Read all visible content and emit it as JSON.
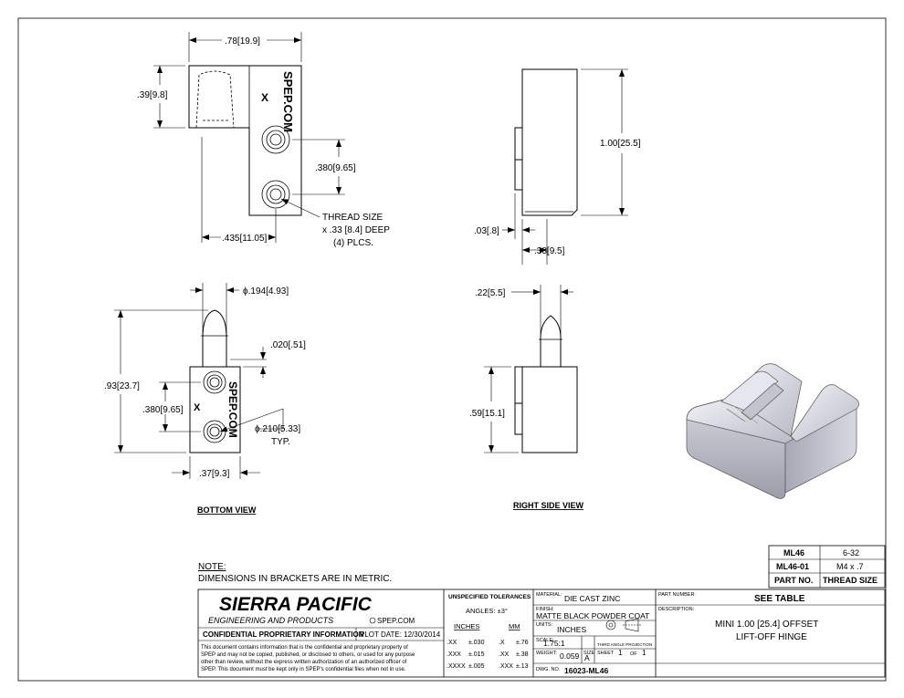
{
  "views": {
    "front": {
      "width_dim": ".78",
      "width_metric": "19.9",
      "height_dim": ".39",
      "height_metric": "9.8",
      "spacing_dim": ".380",
      "spacing_metric": "9.65",
      "offset_dim": ".435",
      "offset_metric": "11.05",
      "brand_text": "SPEP.COM",
      "mark": "X",
      "thread_note": [
        "THREAD SIZE",
        "x .33 [8.4] DEEP",
        "(4) PLCS."
      ]
    },
    "side": {
      "height_dim": "1.00",
      "height_metric": "25.5",
      "gap_dim": ".03",
      "gap_metric": ".8",
      "depth_dim": ".38",
      "depth_metric": "9.5"
    },
    "bottom": {
      "pin_dia_dim": ".194",
      "pin_dia_metric": "4.93",
      "step_dim": ".020",
      "step_metric": ".51",
      "overall_dim": ".93",
      "overall_metric": "23.7",
      "spacing_dim": ".380",
      "spacing_metric": "9.65",
      "hole_dia_dim": ".210",
      "hole_dia_metric": "5.33",
      "typ": "TYP.",
      "width_dim": ".37",
      "width_metric": "9.3",
      "brand_text": "SPEP.COM",
      "mark": "X",
      "label": "BOTTOM VIEW"
    },
    "right_side": {
      "pin_dim": ".22",
      "pin_metric": "5.5",
      "body_dim": ".59",
      "body_metric": "15.1",
      "label": "RIGHT SIDE VIEW"
    }
  },
  "notes": {
    "title": "NOTE:",
    "text": "DIMENSIONS IN BRACKETS ARE IN METRIC."
  },
  "part_table": {
    "rows": [
      {
        "part": "ML46",
        "thread": "6-32"
      },
      {
        "part": "ML46-01",
        "thread": "M4 x .7"
      }
    ],
    "header": {
      "part": "PART NO.",
      "thread": "THREAD SIZE"
    }
  },
  "title_block": {
    "company": "SIERRA PACIFIC",
    "company_sub": "ENGINEERING AND PRODUCTS",
    "website": "SPEP.COM",
    "confidential": "CONFIDENTIAL PROPRIETARY INFORMATION",
    "plot_date": "PLOT DATE: 12/30/2014",
    "disclaimer": [
      "This document contains information that is the confidential and proprietary property of",
      "SPEP and may not be copied, published, or disclosed to others, or used for any purpose",
      "other than review, without the express written authorization of an authorized officer of",
      "SPEP. This document must be kept only in SPEP's confidential files when not in use."
    ],
    "tolerances": {
      "title": "UNSPECIFIED TOLERANCES",
      "angles": "ANGLES: ±3°",
      "inches_head": "INCHES",
      "mm_head": "MM",
      "inches": [
        [
          ".XX",
          "±.030"
        ],
        [
          ".XXX",
          "±.015"
        ],
        [
          ".XXXX",
          "±.005"
        ]
      ],
      "mm": [
        [
          ".X",
          "±.76"
        ],
        [
          ".XX",
          "±.38"
        ],
        [
          ".XXX",
          "±.13"
        ]
      ]
    },
    "material_label": "MATERIAL:",
    "material": "DIE CAST ZINC",
    "finish_label": "FINISH:",
    "finish": "MATTE BLACK POWDER COAT",
    "units_label": "UNITS:",
    "units": "INCHES",
    "scale_label": "SCALE:",
    "scale": "1.75:1",
    "projection": "THIRD ANGLE PROJECTION",
    "weight_label": "WEIGHT:",
    "weight": "0.059",
    "size_label": "SIZE",
    "size": "A",
    "sheet_label": "SHEET",
    "sheet": "1",
    "of_label": "OF",
    "sheet_total": "1",
    "dwg_label": "DWG. NO.",
    "dwg_no": "16023-ML46",
    "partnumber_label": "PART NUMBER:",
    "partnumber": "SEE TABLE",
    "description_label": "DESCRIPTION:",
    "description": [
      "MINI 1.00 [25.4] OFFSET",
      "LIFT-OFF HINGE"
    ]
  },
  "colors": {
    "line": "#000000",
    "iso_face": "#c9c9d3",
    "iso_dark": "#8e8e9a"
  }
}
